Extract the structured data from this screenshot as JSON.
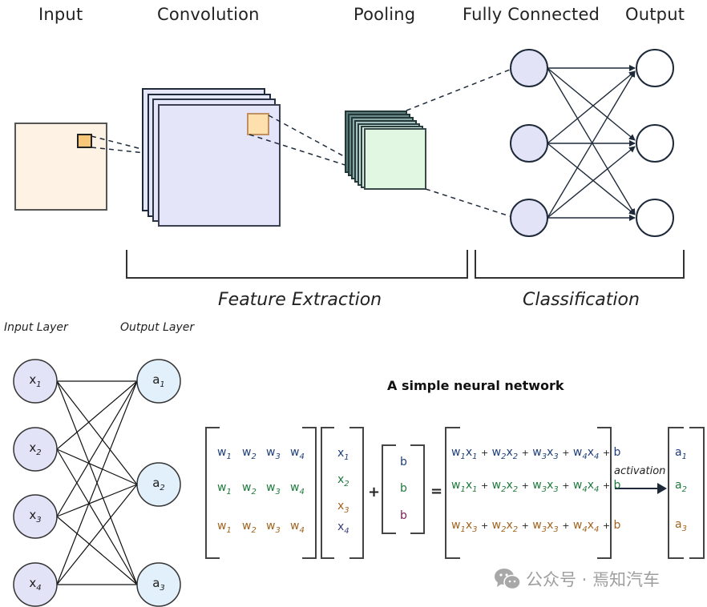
{
  "cnn": {
    "stages": [
      {
        "id": "input",
        "label": "Input"
      },
      {
        "id": "convolution",
        "label": "Convolution"
      },
      {
        "id": "pooling",
        "label": "Pooling"
      },
      {
        "id": "fully_connected",
        "label": "Fully Connected"
      },
      {
        "id": "output",
        "label": "Output"
      }
    ],
    "groups": [
      {
        "id": "feature_extraction",
        "label": "Feature Extraction"
      },
      {
        "id": "classification",
        "label": "Classification"
      }
    ],
    "fc_nodes": 3,
    "output_nodes": 3,
    "conv_feature_maps": 4,
    "pool_feature_maps": 7,
    "colors": {
      "input_fill": "#fdf2e3",
      "kernel_fill": "#f9c77a",
      "conv_fill": "#e5e5fa",
      "conv_kernel_fill": "#fde0ae",
      "pool_fill": "#e2f7e2",
      "pool_stack": "#3c5a5a",
      "fc_node_fill": "#e3e3f8",
      "stroke": "#1e2a3a"
    }
  },
  "simple_nn": {
    "input_layer_label": "Input Layer",
    "output_layer_label": "Output Layer",
    "title": "A simple neural network",
    "input_nodes": [
      {
        "base": "x",
        "sub": "1"
      },
      {
        "base": "x",
        "sub": "2"
      },
      {
        "base": "x",
        "sub": "3"
      },
      {
        "base": "x",
        "sub": "4"
      }
    ],
    "output_nodes": [
      {
        "base": "a",
        "sub": "1"
      },
      {
        "base": "a",
        "sub": "2"
      },
      {
        "base": "a",
        "sub": "3"
      }
    ],
    "colors": {
      "input_node_fill": "#e3e3f8",
      "output_node_fill": "#e2f0fb",
      "row1": "#1f3f7a",
      "row2": "#1e7a3c",
      "row3": "#a0641e",
      "row4": "#3a3f7a",
      "bias3": "#7a1f5a"
    }
  },
  "equation": {
    "weights_matrix": [
      [
        "w1",
        "w2",
        "w3",
        "w4"
      ],
      [
        "w1",
        "w2",
        "w3",
        "w4"
      ],
      [
        "w1",
        "w2",
        "w3",
        "w4"
      ]
    ],
    "input_vector": [
      "x1",
      "x2",
      "x3",
      "x4"
    ],
    "plus": "+",
    "bias_vector": [
      "b",
      "b",
      "b"
    ],
    "equals": "=",
    "result_rows": [
      "w1x1 + w2x2 + w3x3 + w4x4 + b",
      "w1x1 + w2x2 + w3x3 + w4x4 + b",
      "w1x3 + w2x2 + w3x3 + w4x4 + b"
    ],
    "activation_label": "activation",
    "output_vector": [
      "a1",
      "a2",
      "a3"
    ]
  },
  "watermark": {
    "icon": "wechat-icon",
    "text": "公众号 · 焉知汽车"
  }
}
